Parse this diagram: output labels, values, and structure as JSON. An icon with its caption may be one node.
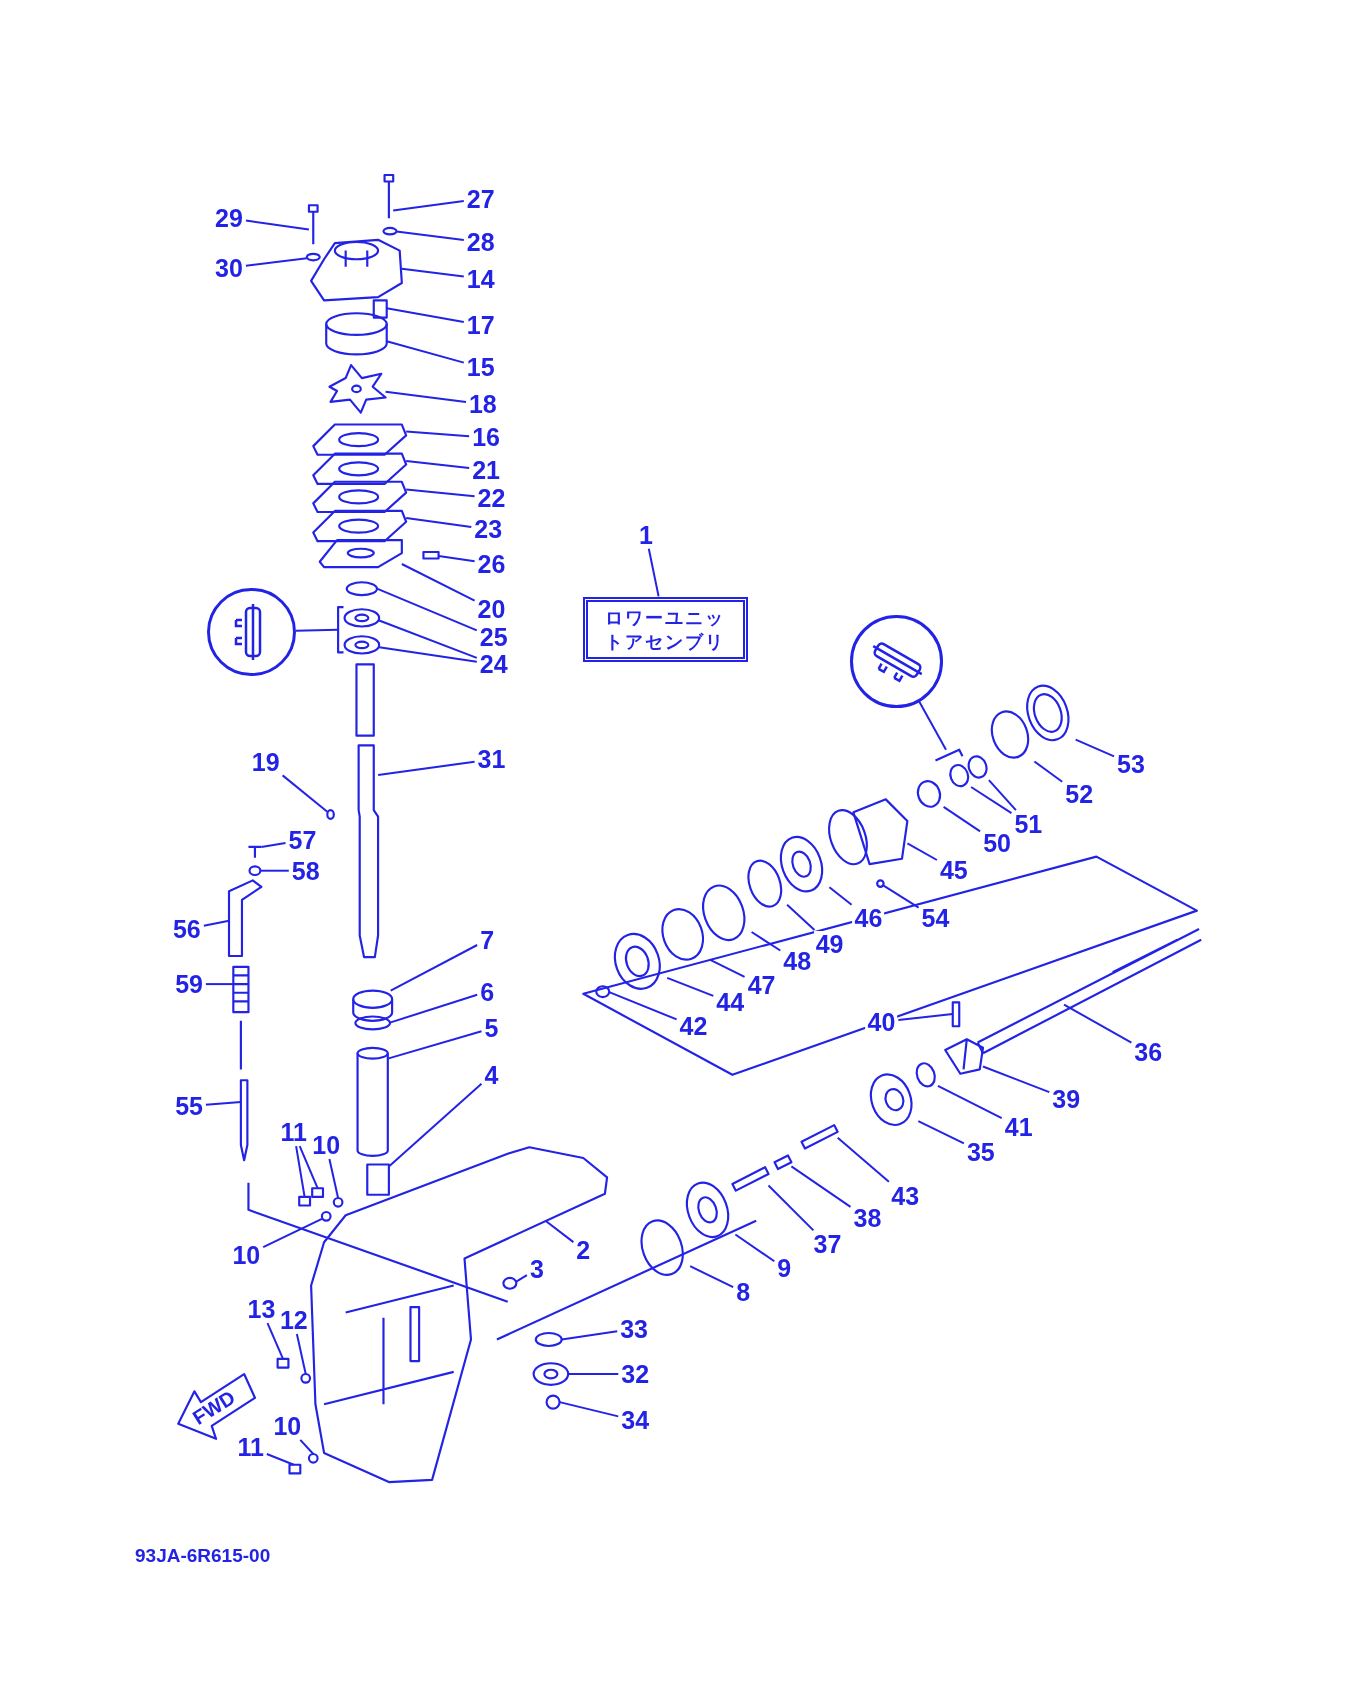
{
  "diagram": {
    "nodes": [
      {
        "text": [
          "27"
        ]
      },
      {
        "text": [
          "29"
        ]
      },
      {
        "text": [
          "28"
        ]
      },
      {
        "text": [
          "30"
        ]
      },
      {
        "text": [
          "14"
        ]
      },
      {
        "text": [
          "17"
        ]
      },
      {
        "text": [
          "15"
        ]
      },
      {
        "text": [
          "18"
        ]
      },
      {
        "text": [
          "16"
        ]
      },
      {
        "text": [
          "21"
        ]
      },
      {
        "text": [
          "22"
        ]
      },
      {
        "text": [
          "23"
        ]
      },
      {
        "text": [
          "1"
        ]
      },
      {
        "text": [
          "26"
        ]
      },
      {
        "text": [
          "20"
        ]
      },
      {
        "text": [],
        "shape": "circle"
      },
      {
        "text": [
          "25"
        ]
      },
      {
        "text": [
          "ロワーユニットアセンブリ"
        ]
      },
      {
        "text": [
          "24"
        ]
      },
      {
        "text": [],
        "shape": "circle"
      },
      {
        "text": [
          "31"
        ]
      },
      {
        "text": [
          "19"
        ]
      },
      {
        "text": [
          "53"
        ]
      },
      {
        "text": [
          "52"
        ]
      },
      {
        "text": [
          "51"
        ]
      },
      {
        "text": [
          "50"
        ]
      },
      {
        "text": [
          "57"
        ]
      },
      {
        "text": [
          "45"
        ]
      },
      {
        "text": [
          "58"
        ]
      },
      {
        "text": [
          "46"
        ]
      },
      {
        "text": [
          "54"
        ]
      },
      {
        "text": [
          "56"
        ]
      },
      {
        "text": [
          "7"
        ]
      },
      {
        "text": [
          "49"
        ]
      },
      {
        "text": [
          "48"
        ]
      },
      {
        "text": [
          "47"
        ]
      },
      {
        "text": [
          "44"
        ]
      },
      {
        "text": [
          "59"
        ]
      },
      {
        "text": [
          "6"
        ]
      },
      {
        "text": [
          "42"
        ]
      },
      {
        "text": [
          "40"
        ]
      },
      {
        "text": [
          "5"
        ]
      },
      {
        "text": [
          "36"
        ]
      },
      {
        "text": [
          "4"
        ]
      },
      {
        "text": [
          "39"
        ]
      },
      {
        "text": [
          "55"
        ]
      },
      {
        "text": [
          "41"
        ]
      },
      {
        "text": [
          "11"
        ]
      },
      {
        "text": [
          "10"
        ]
      },
      {
        "text": [
          "35"
        ]
      },
      {
        "text": [
          "43"
        ]
      },
      {
        "text": [
          "38"
        ]
      },
      {
        "text": [
          "37"
        ]
      },
      {
        "text": [
          "2"
        ]
      },
      {
        "text": [
          "10"
        ]
      },
      {
        "text": [
          "3"
        ]
      },
      {
        "text": [
          "9"
        ]
      },
      {
        "text": [
          "8"
        ]
      },
      {
        "text": [
          "13"
        ]
      },
      {
        "text": [
          "12"
        ]
      },
      {
        "text": [
          "33"
        ]
      },
      {
        "text": [
          "32"
        ]
      },
      {
        "text": [
          "34"
        ]
      },
      {
        "text": [
          "10"
        ]
      },
      {
        "text": [
          "11"
        ]
      },
      {
        "text": [],
        "shape": "picture"
      },
      {
        "text": [],
        "shape": "picture"
      },
      {
        "text": [],
        "shape": "circle"
      },
      {
        "text": [],
        "shape": "circle"
      },
      {
        "text": [],
        "shape": "picture"
      },
      {
        "text": [],
        "shape": "box"
      },
      {
        "text": [],
        "shape": "cylinder"
      },
      {
        "text": [],
        "shape": "picture"
      },
      {
        "text": [],
        "shape": "picture"
      },
      {
        "text": [],
        "shape": "picture"
      },
      {
        "text": [],
        "shape": "picture"
      },
      {
        "text": [],
        "shape": "picture"
      },
      {
        "text": [],
        "shape": "box"
      },
      {
        "text": [],
        "shape": "picture"
      },
      {
        "text": [],
        "shape": "picture"
      },
      {
        "text": [],
        "shape": "circle"
      },
      {
        "text": [],
        "shape": "circle"
      },
      {
        "text": [],
        "shape": "circle"
      },
      {
        "text": [],
        "shape": "picture"
      },
      {
        "text": [],
        "shape": "picture"
      },
      {
        "text": [],
        "shape": "circle"
      },
      {
        "text": [],
        "shape": "circle"
      },
      {
        "text": [],
        "shape": "circle"
      },
      {
        "text": [],
        "shape": "circle"
      },
      {
        "text": [],
        "shape": "circle"
      },
      {
        "text": [],
        "shape": "circle"
      },
      {
        "text": [],
        "shape": "picture"
      },
      {
        "text": [],
        "shape": "picture"
      },
      {
        "text": [],
        "shape": "circle"
      },
      {
        "text": [],
        "shape": "circle"
      },
      {
        "text": [],
        "shape": "circle"
      },
      {
        "text": [],
        "shape": "picture"
      },
      {
        "text": [],
        "shape": "cylinder"
      },
      {
        "text": [],
        "shape": "circle"
      },
      {
        "text": [],
        "shape": "circle"
      },
      {
        "text": [],
        "shape": "circle"
      },
      {
        "text": [],
        "shape": "circle"
      },
      {
        "text": [],
        "shape": "picture"
      },
      {
        "text": [],
        "shape": "circle"
      },
      {
        "text": [],
        "shape": "circle"
      },
      {
        "text": [],
        "shape": "box"
      },
      {
        "text": [],
        "shape": "cylinder"
      },
      {
        "text": [],
        "shape": "picture"
      },
      {
        "text": [],
        "shape": "box"
      },
      {
        "text": [],
        "shape": "picture"
      },
      {
        "text": [],
        "shape": "picture"
      },
      {
        "text": [],
        "shape": "circle"
      },
      {
        "text": [],
        "shape": "box"
      },
      {
        "text": [],
        "shape": "box"
      },
      {
        "text": [],
        "shape": "circle"
      },
      {
        "text": [],
        "shape": "circle"
      },
      {
        "text": [],
        "shape": "box"
      },
      {
        "text": [],
        "shape": "box"
      },
      {
        "text": [],
        "shape": "box"
      },
      {
        "text": [],
        "shape": "picture"
      },
      {
        "text": [],
        "shape": "circle"
      },
      {
        "text": [],
        "shape": "circle"
      },
      {
        "text": [],
        "shape": "circle"
      },
      {
        "text": [],
        "shape": "circle"
      },
      {
        "text": [],
        "shape": "box"
      },
      {
        "text": [],
        "shape": "circle"
      },
      {
        "text": [],
        "shape": "circle"
      },
      {
        "text": [],
        "shape": "circle"
      },
      {
        "text": [],
        "shape": "circle"
      },
      {
        "text": [],
        "shape": "circle"
      },
      {
        "text": [],
        "shape": "box"
      }
    ],
    "edges": [
      {
        "from": 0,
        "to": 65,
        "arrow": "none"
      },
      {
        "from": 1,
        "to": 66,
        "arrow": "none"
      },
      {
        "from": 2,
        "to": 67,
        "arrow": "none"
      },
      {
        "from": 3,
        "to": 68,
        "arrow": "none"
      },
      {
        "from": 4,
        "to": 69,
        "arrow": "none"
      },
      {
        "from": 5,
        "to": 70,
        "arrow": "none"
      },
      {
        "from": 6,
        "to": 71,
        "arrow": "none"
      },
      {
        "from": 7,
        "to": 72,
        "arrow": "none"
      },
      {
        "from": 8,
        "to": 73,
        "arrow": "none"
      },
      {
        "from": 9,
        "to": 74,
        "arrow": "none"
      },
      {
        "from": 10,
        "to": 75,
        "arrow": "none"
      },
      {
        "from": 11,
        "to": 76,
        "arrow": "none"
      },
      {
        "from": 12,
        "to": 17,
        "arrow": "none"
      },
      {
        "from": 13,
        "to": 77,
        "arrow": "none"
      },
      {
        "from": 14,
        "to": 78,
        "arrow": "none"
      },
      {
        "from": 15,
        "to": 79,
        "arrow": "none"
      },
      {
        "from": 16,
        "to": 80,
        "arrow": "none"
      },
      {
        "from": 18,
        "to": 81,
        "arrow": "none"
      },
      {
        "from": 18,
        "to": 82,
        "arrow": "none"
      },
      {
        "from": 19,
        "to": 83,
        "arrow": "none"
      },
      {
        "from": 20,
        "to": 84,
        "arrow": "none"
      },
      {
        "from": 21,
        "to": 85,
        "arrow": "none"
      },
      {
        "from": 22,
        "to": 86,
        "arrow": "none"
      },
      {
        "from": 23,
        "to": 87,
        "arrow": "none"
      },
      {
        "from": 24,
        "to": 88,
        "arrow": "none"
      },
      {
        "from": 24,
        "to": 89,
        "arrow": "none"
      },
      {
        "from": 25,
        "to": 90,
        "arrow": "none"
      },
      {
        "from": 26,
        "to": 91,
        "arrow": "none"
      },
      {
        "from": 27,
        "to": 92,
        "arrow": "none"
      },
      {
        "from": 28,
        "to": 93,
        "arrow": "none"
      },
      {
        "from": 29,
        "to": 94,
        "arrow": "none"
      },
      {
        "from": 30,
        "to": 95,
        "arrow": "none"
      },
      {
        "from": 31,
        "to": 96,
        "arrow": "none"
      },
      {
        "from": 32,
        "to": 97,
        "arrow": "none"
      },
      {
        "from": 33,
        "to": 98,
        "arrow": "none"
      },
      {
        "from": 34,
        "to": 99,
        "arrow": "none"
      },
      {
        "from": 35,
        "to": 100,
        "arrow": "none"
      },
      {
        "from": 36,
        "to": 101,
        "arrow": "none"
      },
      {
        "from": 37,
        "to": 102,
        "arrow": "none"
      },
      {
        "from": 38,
        "to": 103,
        "arrow": "none"
      },
      {
        "from": 39,
        "to": 104,
        "arrow": "none"
      },
      {
        "from": 40,
        "to": 105,
        "arrow": "none"
      },
      {
        "from": 41,
        "to": 106,
        "arrow": "none"
      },
      {
        "from": 42,
        "to": 107,
        "arrow": "none"
      },
      {
        "from": 43,
        "to": 108,
        "arrow": "none"
      },
      {
        "from": 44,
        "to": 109,
        "arrow": "none"
      },
      {
        "from": 45,
        "to": 110,
        "arrow": "none"
      },
      {
        "from": 46,
        "to": 111,
        "arrow": "none"
      },
      {
        "from": 47,
        "to": 112,
        "arrow": "none"
      },
      {
        "from": 47,
        "to": 113,
        "arrow": "none"
      },
      {
        "from": 48,
        "to": 114,
        "arrow": "none"
      },
      {
        "from": 49,
        "to": 115,
        "arrow": "none"
      },
      {
        "from": 50,
        "to": 116,
        "arrow": "none"
      },
      {
        "from": 51,
        "to": 117,
        "arrow": "none"
      },
      {
        "from": 52,
        "to": 118,
        "arrow": "none"
      },
      {
        "from": 53,
        "to": 119,
        "arrow": "none"
      },
      {
        "from": 54,
        "to": 120,
        "arrow": "none"
      },
      {
        "from": 55,
        "to": 121,
        "arrow": "none"
      },
      {
        "from": 56,
        "to": 122,
        "arrow": "none"
      },
      {
        "from": 57,
        "to": 123,
        "arrow": "none"
      },
      {
        "from": 58,
        "to": 124,
        "arrow": "none"
      },
      {
        "from": 59,
        "to": 125,
        "arrow": "none"
      },
      {
        "from": 60,
        "to": 126,
        "arrow": "none"
      },
      {
        "from": 61,
        "to": 127,
        "arrow": "none"
      },
      {
        "from": 62,
        "to": 128,
        "arrow": "none"
      },
      {
        "from": 63,
        "to": 129,
        "arrow": "none"
      },
      {
        "from": 64,
        "to": 130,
        "arrow": "none"
      }
    ],
    "labels": [
      "FWD",
      "93JA-6R615-00"
    ]
  }
}
